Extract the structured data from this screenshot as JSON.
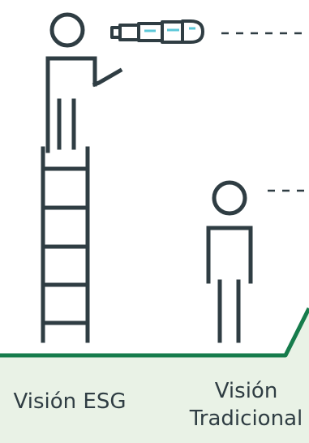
{
  "captions": {
    "esg": "Visión ESG",
    "traditional_line1": "Visión",
    "traditional_line2": "Tradicional"
  },
  "colors": {
    "outline": "#2f3d43",
    "ground_fill": "#e9f2e6",
    "ground_line": "#167c4c",
    "lens_accent": "#5bc7d8"
  }
}
